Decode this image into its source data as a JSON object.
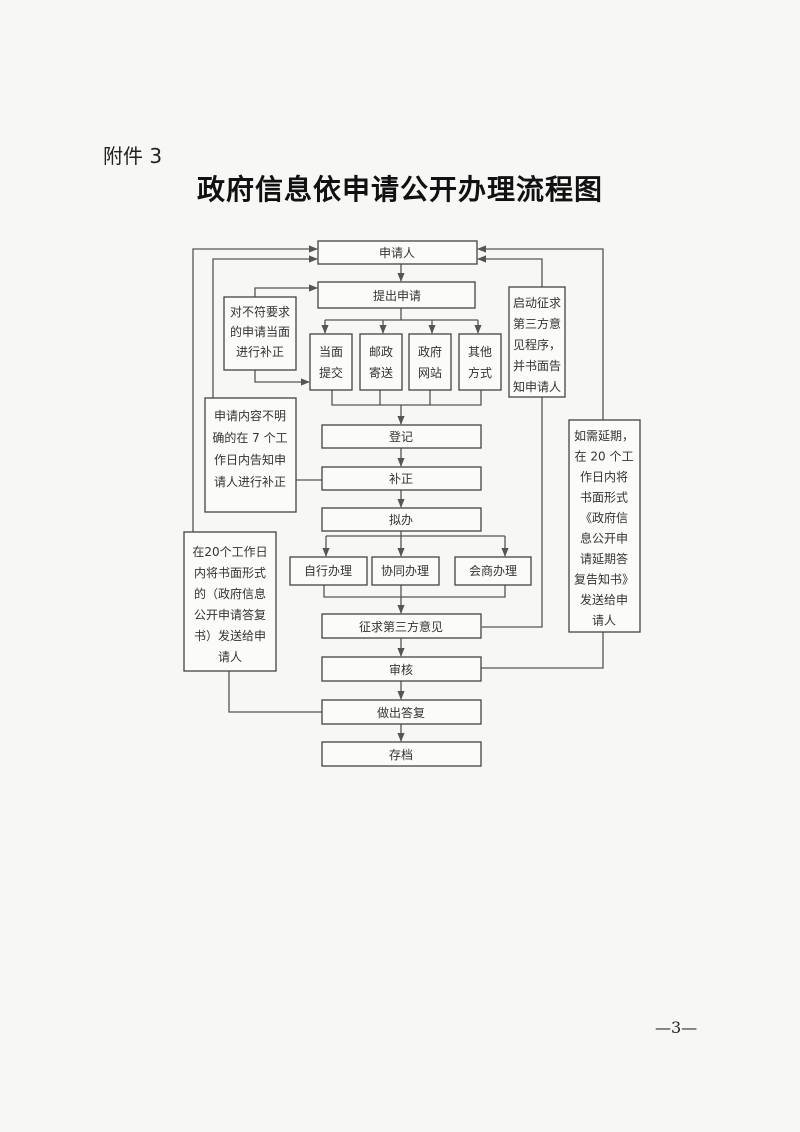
{
  "attachment_label": "附件 3",
  "title": "政府信息依申请公开办理流程图",
  "page_number": "—3—",
  "steps": {
    "applicant": "申请人",
    "submit": "提出申请",
    "register": "登记",
    "supplement": "补正",
    "draft": "拟办",
    "third_party": "征求第三方意见",
    "review": "审核",
    "reply": "做出答复",
    "archive": "存档"
  },
  "channels": [
    [
      "当面",
      "提交"
    ],
    [
      "邮政",
      "寄送"
    ],
    [
      "政府",
      "网站"
    ],
    [
      "其他",
      "方式"
    ]
  ],
  "handling": [
    "自行办理",
    "协同办理",
    "会商办理"
  ],
  "notes": {
    "onsite_fix": [
      "对不符要求",
      "的申请当面",
      "进行补正"
    ],
    "unclear": [
      "申请内容不明",
      "确的在 7 个工",
      "作日内告知申",
      "请人进行补正"
    ],
    "reply_20": [
      "在20个工作日",
      "内将书面形式",
      "的（政府信息",
      "公开申请答复",
      "书）发送给申",
      "请人"
    ],
    "third_party_notice": [
      "启动征求",
      "第三方意",
      "见程序，",
      "并书面告",
      "知申请人"
    ],
    "extension": [
      "如需延期，",
      "在 20 个工",
      "作日内将",
      "书面形式",
      "《政府信",
      "息公开申",
      "请延期答",
      "复告知书》",
      "发送给申",
      "请人"
    ]
  }
}
